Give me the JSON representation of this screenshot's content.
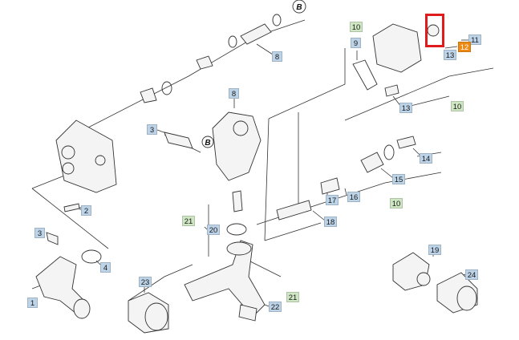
{
  "colors": {
    "label_blue": "#bcd3e8",
    "label_green": "#cfe6c3",
    "label_orange": "#ee8a12",
    "highlight": "#e01b1b",
    "line": "#333333"
  },
  "callouts": {
    "n1": "1",
    "n2": "2",
    "n3a": "3",
    "n3b": "3",
    "n4": "4",
    "n8a": "8",
    "n8b": "8",
    "n9": "9",
    "n10a": "10",
    "n10b": "10",
    "n10c": "10",
    "n11": "11",
    "n12": "12",
    "n13a": "13",
    "n13b": "13",
    "n14": "14",
    "n15": "15",
    "n16": "16",
    "n17": "17",
    "n18": "18",
    "n19": "19",
    "n20": "20",
    "n21a": "21",
    "n21b": "21",
    "n22": "22",
    "n23": "23",
    "n24": "24"
  },
  "bubbles": {
    "b1": "B",
    "b2": "B"
  },
  "highlighted_part": "12"
}
